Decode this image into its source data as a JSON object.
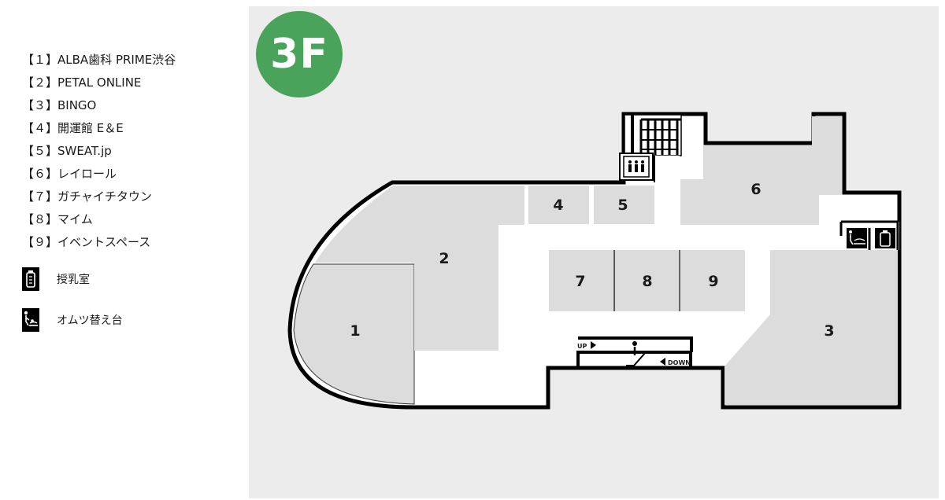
{
  "floor": "3F",
  "legend": {
    "shops": [
      {
        "no": "1",
        "text": "【１】ALBA歯科 PRIME渋谷"
      },
      {
        "no": "2",
        "text": "【２】PETAL ONLINE"
      },
      {
        "no": "3",
        "text": "【３】BINGO"
      },
      {
        "no": "4",
        "text": "【４】開運館 E＆E"
      },
      {
        "no": "5",
        "text": "【５】SWEAT.jp"
      },
      {
        "no": "6",
        "text": "【６】レイロール"
      },
      {
        "no": "7",
        "text": "【７】ガチャイチタウン"
      },
      {
        "no": "8",
        "text": "【８】マイム"
      },
      {
        "no": "9",
        "text": "【９】イベントスペース"
      }
    ],
    "facilities": [
      {
        "icon": "nursing-room-icon",
        "label": "授乳室"
      },
      {
        "icon": "diaper-changing-icon",
        "label": "オムツ替え台"
      }
    ]
  },
  "map": {
    "numbers": [
      "1",
      "2",
      "3",
      "4",
      "5",
      "6",
      "7",
      "8",
      "9"
    ],
    "escalator": {
      "up": "UP",
      "down": "DOWN"
    }
  },
  "colors": {
    "badge": "#4aa35a",
    "panel": "#ececec",
    "shop": "#dcdcdc",
    "wall": "#000000"
  }
}
